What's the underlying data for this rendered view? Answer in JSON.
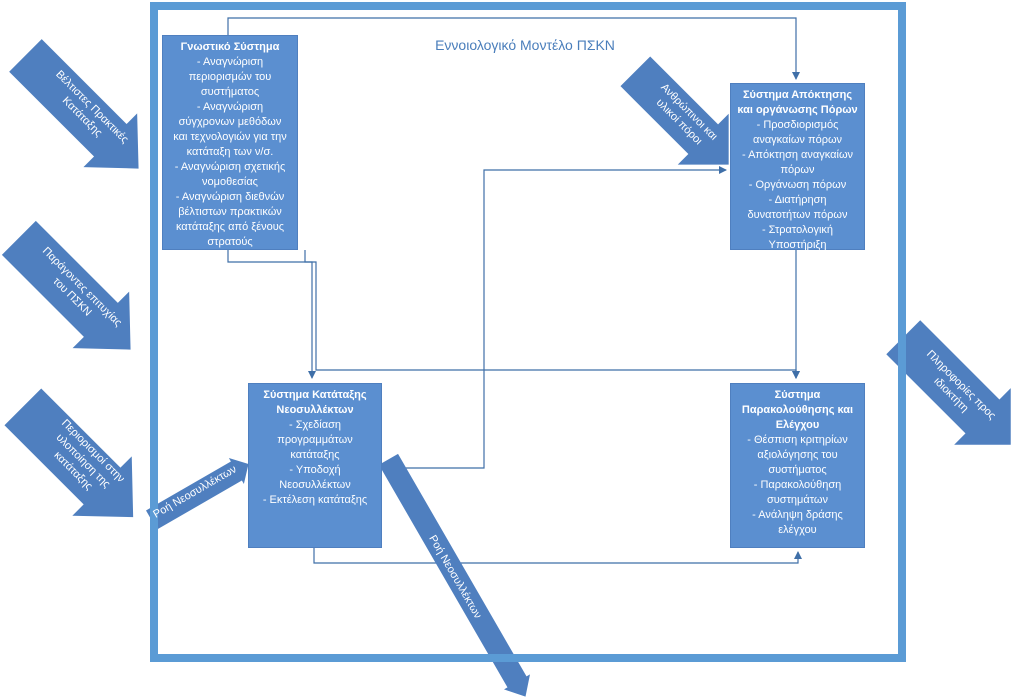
{
  "diagram": {
    "title": "Εννοιολογικό Μοντέλο ΠΣΚΝ",
    "colors": {
      "frame": "#5b9bd5",
      "box": "#5b8fd0",
      "arrow": "#4f7fbf",
      "line": "#3f6fa8"
    },
    "boxes": {
      "knowledge": {
        "heading": "Γνωστικό Σύστημα",
        "lines": [
          "- Αναγνώριση",
          "περιορισμών του",
          "συστήματος",
          "- Αναγνώριση",
          "σύγχρονων μεθόδων",
          "και τεχνολογιών για την",
          "κατάταξη των ν/σ.",
          "- Αναγνώριση σχετικής",
          "νομοθεσίας",
          "- Αναγνώριση διεθνών",
          "βέλτιστων πρακτικών",
          "κατάταξης από ξένους",
          "στρατούς"
        ]
      },
      "resources": {
        "heading": "Σύστημα Απόκτησης και οργάνωσης Πόρων",
        "lines": [
          "- Προσδιορισμός",
          "αναγκαίων πόρων",
          "- Απόκτηση αναγκαίων",
          "πόρων",
          "- Οργάνωση πόρων",
          "- Διατήρηση",
          "δυνατοτήτων πόρων",
          "- Στρατολογική",
          "Υποστήριξη"
        ]
      },
      "classification": {
        "heading": "Σύστημα Κατάταξης Νεοσυλλέκτων",
        "lines": [
          "- Σχεδίαση",
          "προγραμμάτων",
          "κατάταξης",
          "- Υποδοχή",
          "Νεοσυλλέκτων",
          "- Εκτέλεση κατάταξης"
        ]
      },
      "monitoring": {
        "heading": "Σύστημα Παρακολούθησης και Ελέγχου",
        "lines": [
          "- Θέσπιση κριτηρίων",
          "αξιολόγησης του",
          "συστήματος",
          "- Παρακολούθηση",
          "συστημάτων",
          "- Ανάληψη δράσης",
          "ελέγχου"
        ]
      }
    },
    "arrows": {
      "best_practices": "Βέλτιστες Πρακτικές Κατάταξης",
      "success_factors": "Παράγοντες επιτυχίας του ΠΣΚΝ",
      "constraints": "Περιορισμοί στην υλοποίηση της κατάταξης",
      "recruit_flow_in": "Ροή Νεοσυλλέκτων",
      "recruit_flow_out": "Ροή Νεοσυλλέκτων",
      "human_material": "Ανθρώπινοι και υλικοί πόροι",
      "owner_info": "Πληροφορίες προς ιδιοκτήτη"
    }
  }
}
